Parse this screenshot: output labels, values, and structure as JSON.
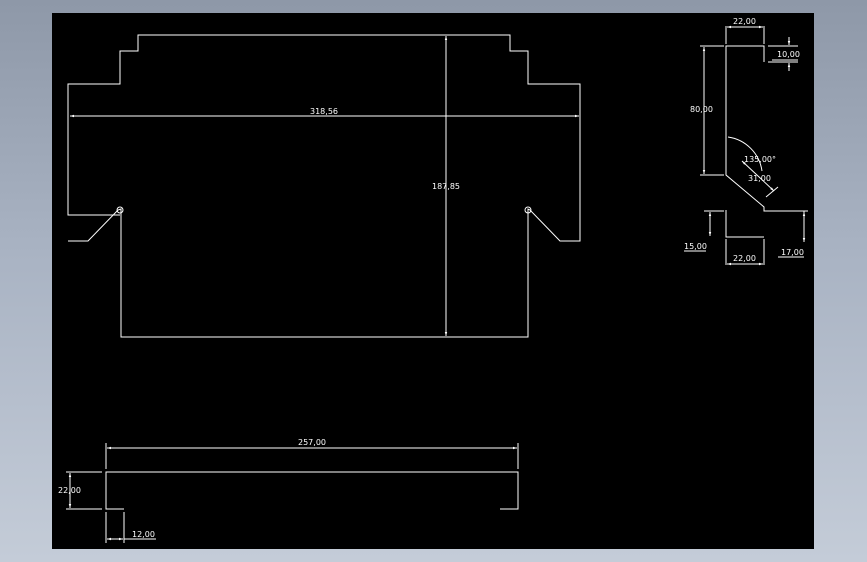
{
  "drawing": {
    "colors": {
      "background": "#000000",
      "lines": "#ffffff",
      "outer": "#a9b3c3"
    },
    "front_view": {
      "width_dim": "318,56",
      "height_dim": "187,85"
    },
    "side_profile": {
      "top_width_dim": "22,00",
      "top_flange_dim": "10,00",
      "vertical_dim": "80,00",
      "angle_dim": "135,00°",
      "slant_dim": "31,00",
      "left_foot_dim": "15,00",
      "bottom_width_dim": "22,00",
      "right_foot_dim": "17,00"
    },
    "bottom_view": {
      "length_dim": "257,00",
      "height_dim": "22,00",
      "flange_dim": "12,00"
    }
  }
}
